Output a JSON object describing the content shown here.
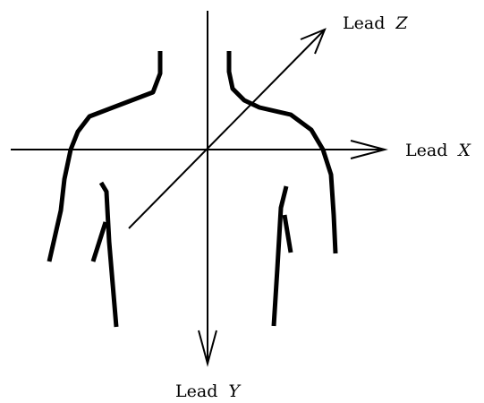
{
  "leads": {
    "x": {
      "prefix": "Lead",
      "variable": "X"
    },
    "y": {
      "prefix": "Lead",
      "variable": "Y"
    },
    "z": {
      "prefix": "Lead",
      "variable": "Z"
    }
  },
  "colors": {
    "stroke": "#000000",
    "background": "#ffffff"
  }
}
